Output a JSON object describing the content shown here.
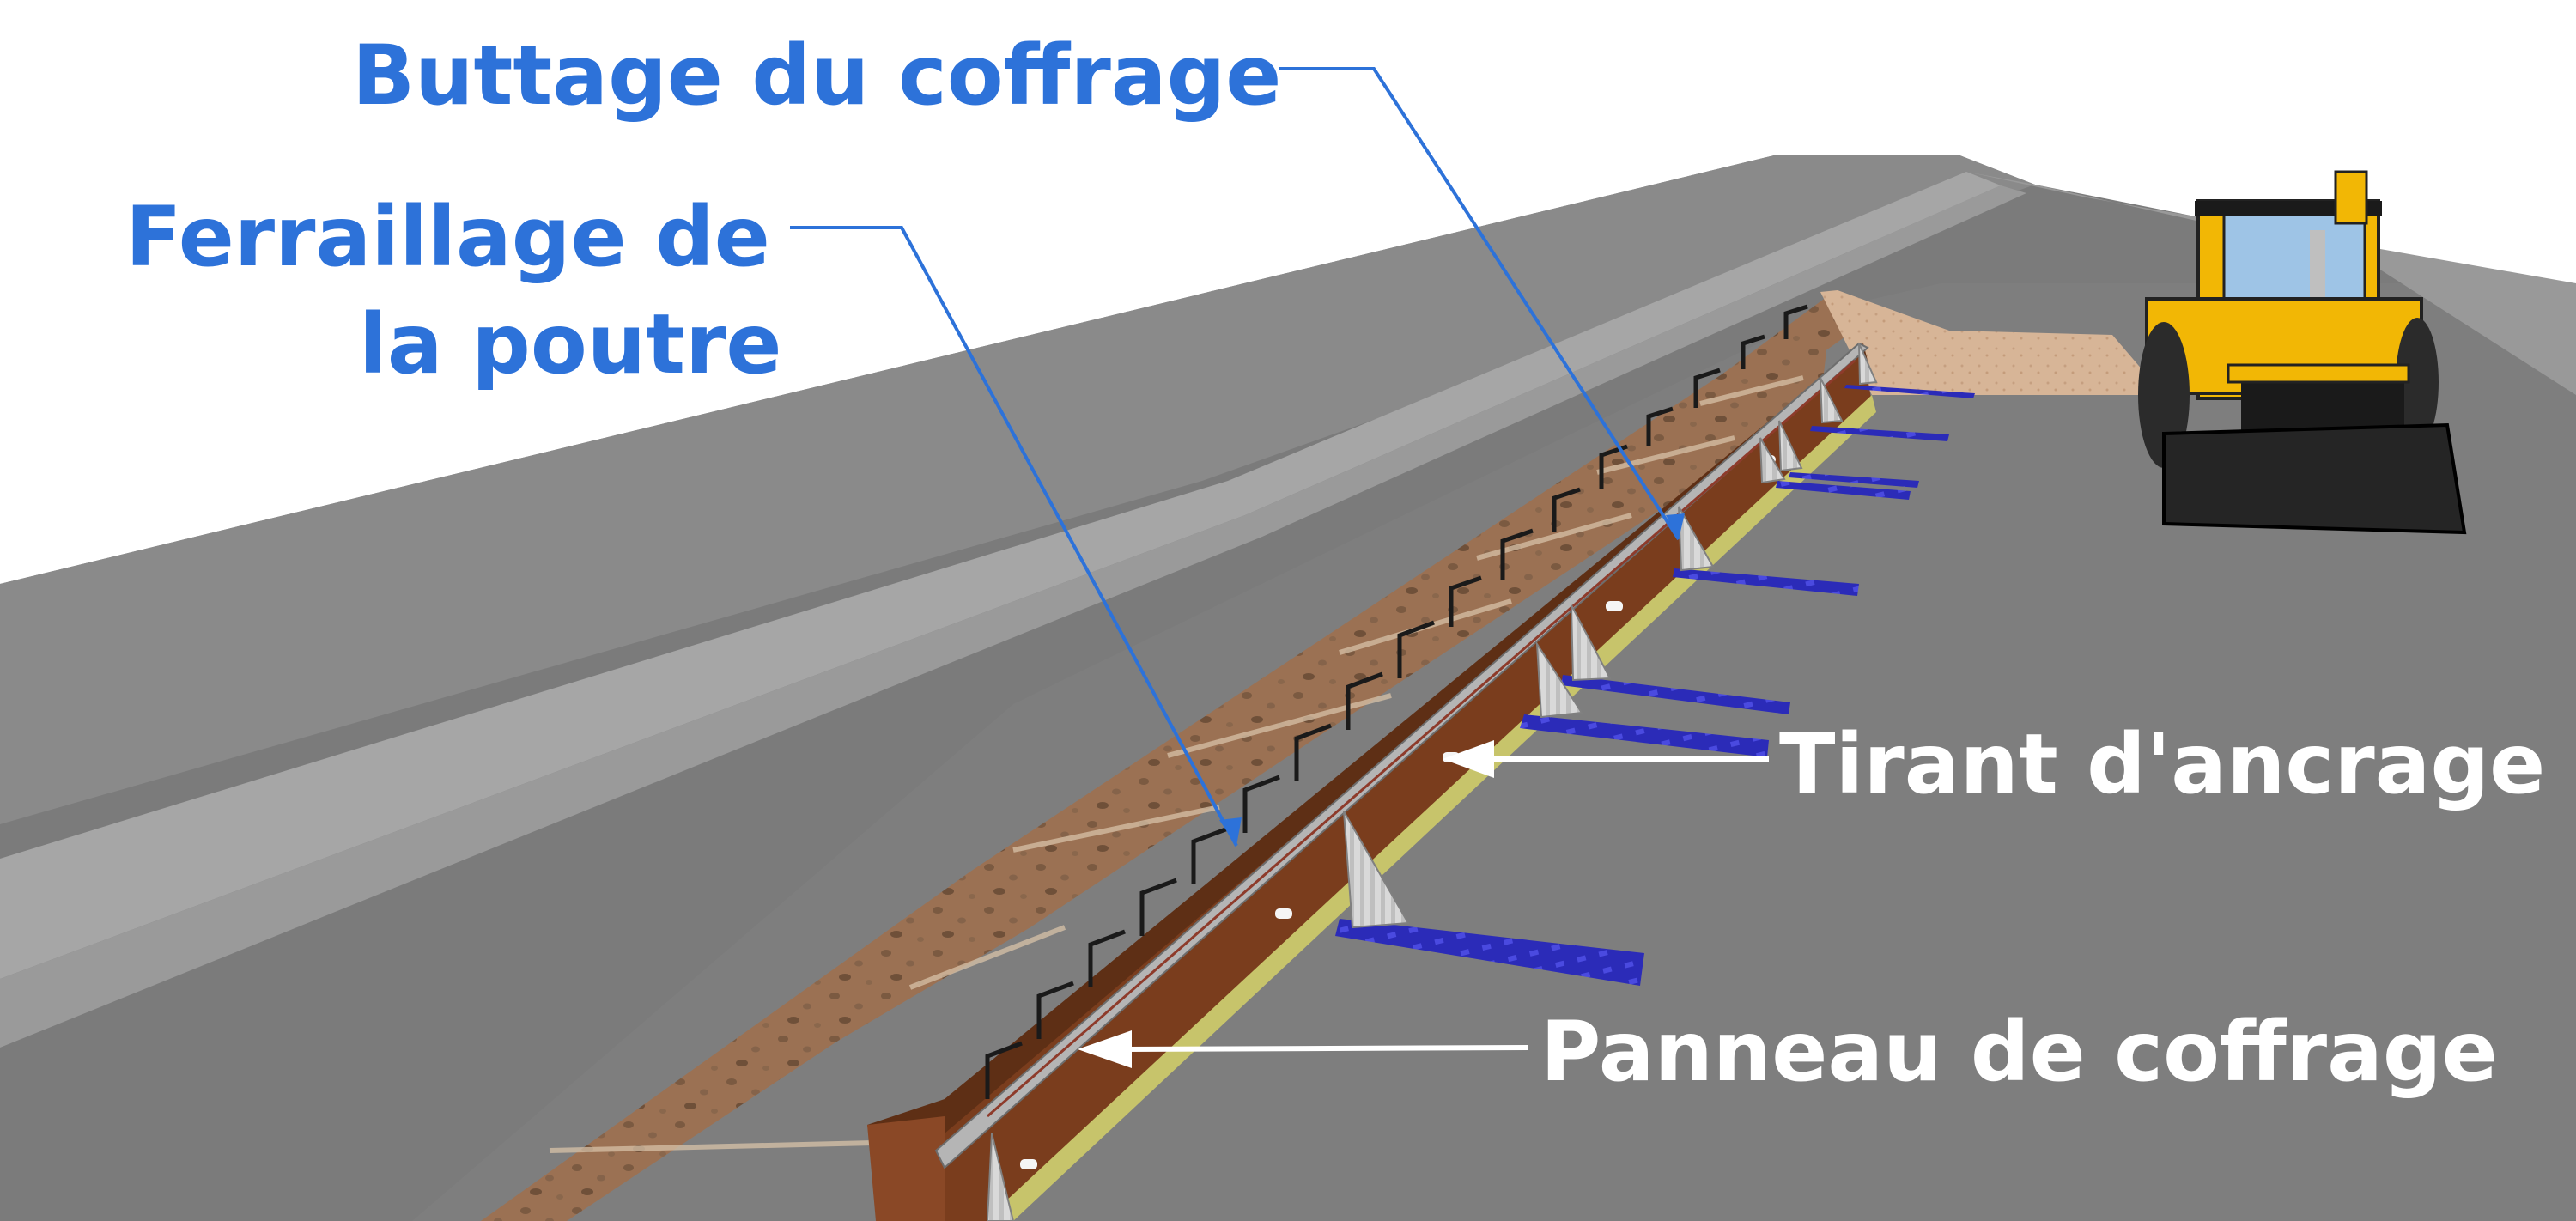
{
  "labels": {
    "buttage": "Buttage du coffrage",
    "ferraillage_line1": "Ferraillage de",
    "ferraillage_line2": "la poutre",
    "tirant": "Tirant d'ancrage",
    "panneau": "Panneau de coffrage"
  },
  "colors": {
    "label_blue": "#2d72d9",
    "label_white": "#ffffff",
    "road_dark": "#7b7b7b",
    "road_light": "#a6a6a6",
    "soil": "#9b7153",
    "formwork_wood": "#7a3d1d",
    "anchor_rod": "#2b2bb8",
    "loader_yellow": "#f2b705"
  },
  "icons": [
    "loader-vehicle-icon",
    "formwork-panel",
    "anchor-rods",
    "rebar-cage",
    "bracing-props"
  ]
}
